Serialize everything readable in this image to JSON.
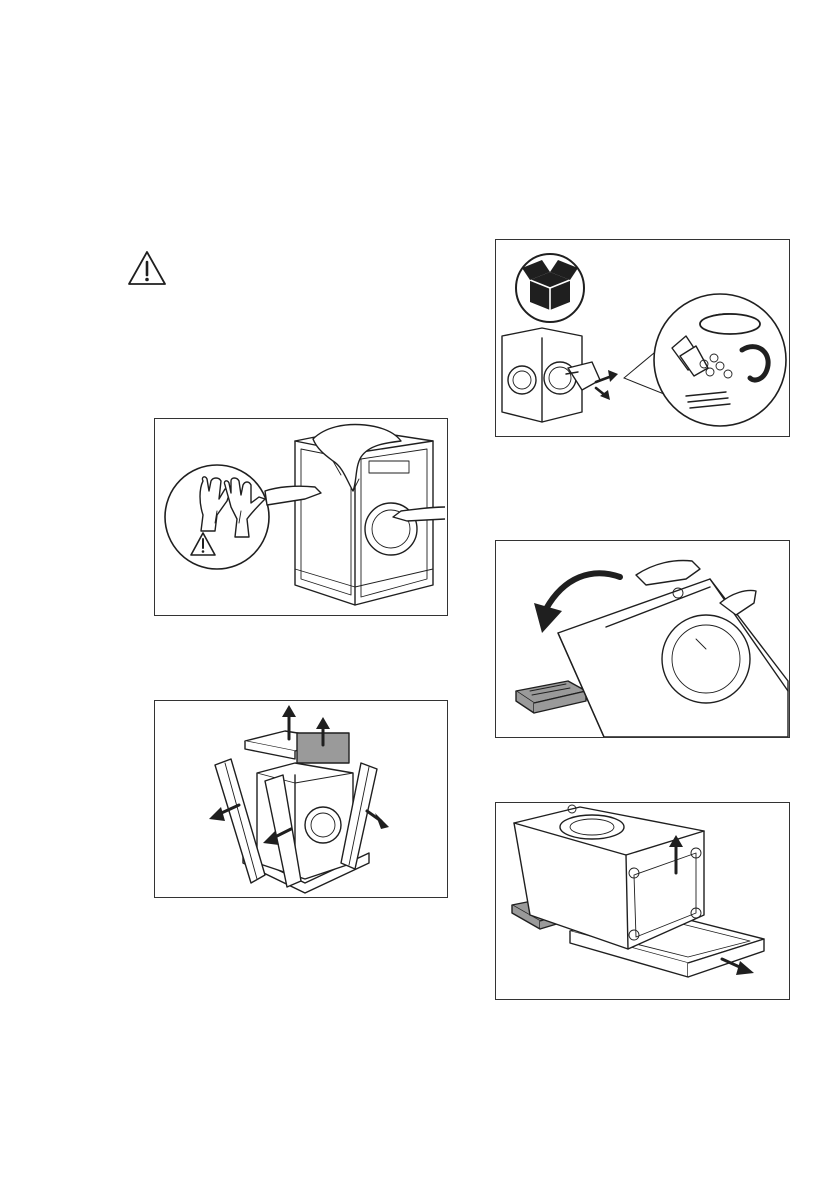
{
  "page": {
    "background": "#ffffff",
    "line_color": "#1f1f1f",
    "panel_gray": "#9a9a9a"
  },
  "icons": {
    "warning": "warning-triangle-icon",
    "gloves": "gloves-icon",
    "box": "package-box-icon"
  },
  "figures": [
    {
      "id": "fig-remove-film",
      "subject": "gloves-and-protective-film"
    },
    {
      "id": "fig-remove-packaging",
      "subject": "lift-cover-and-corners"
    },
    {
      "id": "fig-accessories",
      "subject": "accessories-in-drum"
    },
    {
      "id": "fig-tilt-machine",
      "subject": "tilt-machine-back"
    },
    {
      "id": "fig-remove-base",
      "subject": "remove-base-packaging"
    }
  ]
}
